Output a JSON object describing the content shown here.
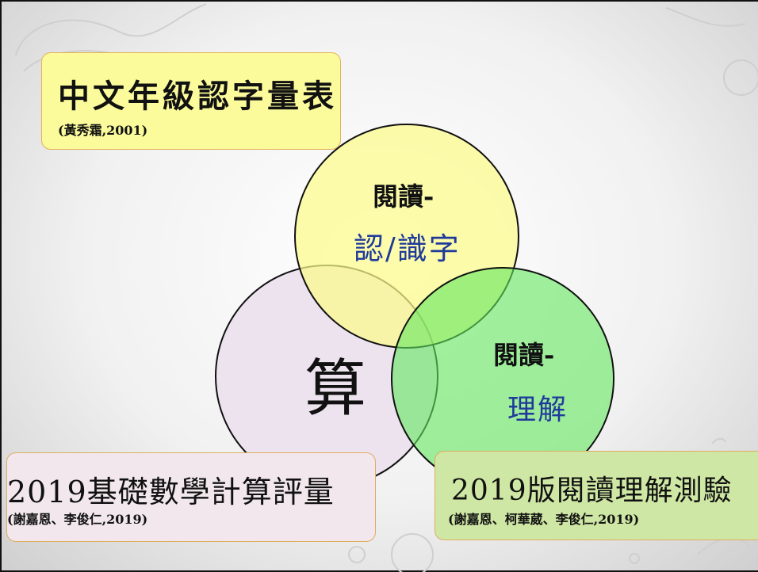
{
  "top_box": {
    "title": "中文年級認字量表",
    "citation": "(黃秀霜,2001)"
  },
  "circles": {
    "top": {
      "line1": "閱讀-",
      "line2": "認/識字",
      "fill": "#fbfb8a"
    },
    "right": {
      "line1": "閱讀-",
      "line2": "理解",
      "fill": "#63e85f"
    },
    "left": {
      "label": "算",
      "fill": "#ece2ee"
    }
  },
  "bottom_left_box": {
    "title": "2019基礎數學計算評量",
    "citation": "(謝嘉恩、李俊仁,2019)"
  },
  "bottom_right_box": {
    "title": "2019版閱讀理解測驗",
    "citation": "(謝嘉恩、柯華葳、李俊仁,2019)"
  },
  "colors": {
    "label_blue": "#1f3a9b",
    "box_border": "#e2b25c"
  }
}
